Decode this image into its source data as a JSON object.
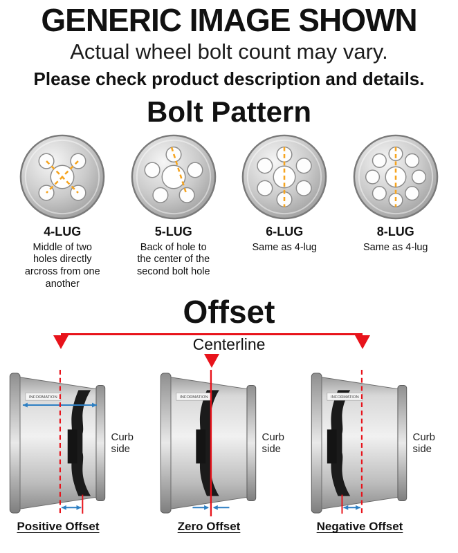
{
  "header": {
    "title": "GENERIC IMAGE SHOWN",
    "subtitle": "Actual wheel bolt count may vary.",
    "note": "Please check product description and details."
  },
  "bolt_pattern": {
    "heading": "Bolt Pattern",
    "items": [
      {
        "label": "4-LUG",
        "description": "Middle of two holes directly arcross from one another"
      },
      {
        "label": "5-LUG",
        "description": "Back of hole to the center of the second bolt hole"
      },
      {
        "label": "6-LUG",
        "description": "Same as 4-lug"
      },
      {
        "label": "8-LUG",
        "description": "Same as 4-lug"
      }
    ],
    "measure_line_color": "#f6a41f"
  },
  "offset": {
    "heading": "Offset",
    "centerline_label": "Centerline",
    "curb_side_label": "Curb side",
    "watermark": "INFORMATION",
    "items": [
      {
        "label": "Positive Offset",
        "type": "positive"
      },
      {
        "label": "Zero Offset",
        "type": "zero"
      },
      {
        "label": "Negative Offset",
        "type": "negative"
      }
    ],
    "colors": {
      "centerline_red": "#e8131b",
      "measure_blue": "#2d7fc3"
    }
  }
}
